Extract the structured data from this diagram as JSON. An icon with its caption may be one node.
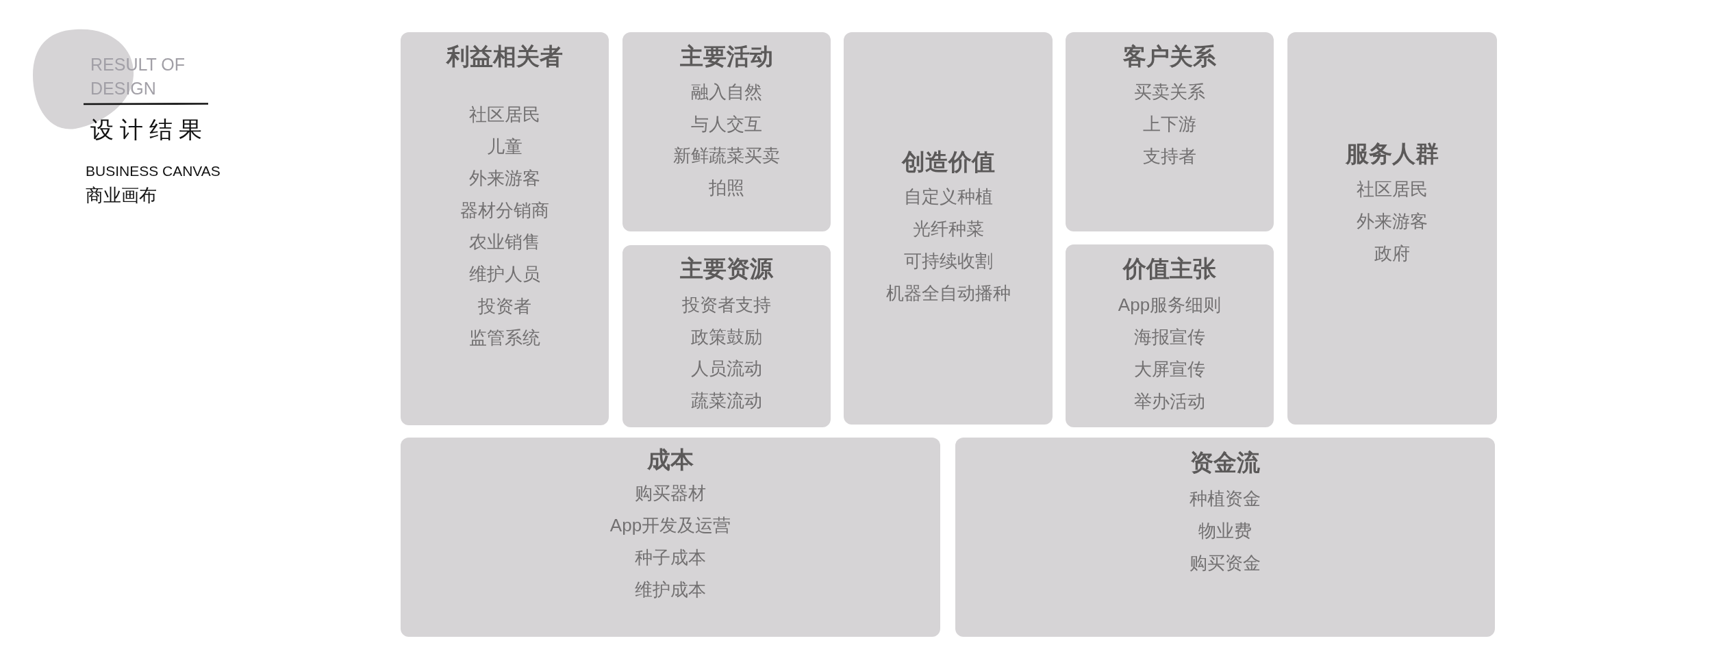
{
  "diagram": {
    "nodes": [
      {
        "text": [
          "利益相关者",
          "社区居民",
          "儿童",
          "外来游客",
          "器材分销商",
          "农业销售",
          "维护人员",
          "投资者",
          "监管系统"
        ]
      },
      {
        "text": [
          "主要活动",
          "融入自然",
          "与人交互",
          "新鲜蔬菜买卖",
          "拍照"
        ]
      },
      {
        "text": [
          "主要资源",
          "投资者支持",
          "政策鼓励",
          "人员流动",
          "蔬菜流动"
        ]
      },
      {
        "text": [
          "创造价值",
          "自定义种植",
          "光纤种菜",
          "可持续收割",
          "机器全自动播种"
        ]
      },
      {
        "text": [
          "客户关系",
          "买卖关系",
          "上下游",
          "支持者"
        ]
      },
      {
        "text": [
          "价值主张",
          "App服务细则",
          "海报宣传",
          "大屏宣传",
          "举办活动"
        ]
      },
      {
        "text": [
          "服务人群",
          "社区居民",
          "外来游客",
          "政府"
        ]
      },
      {
        "text": [
          "成本",
          "购买器材",
          "App开发及运营",
          "种子成本",
          "维护成本"
        ]
      },
      {
        "text": [
          "资金流",
          "种植资金",
          "物业费",
          "购买资金"
        ]
      }
    ],
    "labels": [
      "RESULT OF DESIGN",
      "设计结果",
      "BUSINESS CANVAS",
      "商业画布"
    ]
  }
}
